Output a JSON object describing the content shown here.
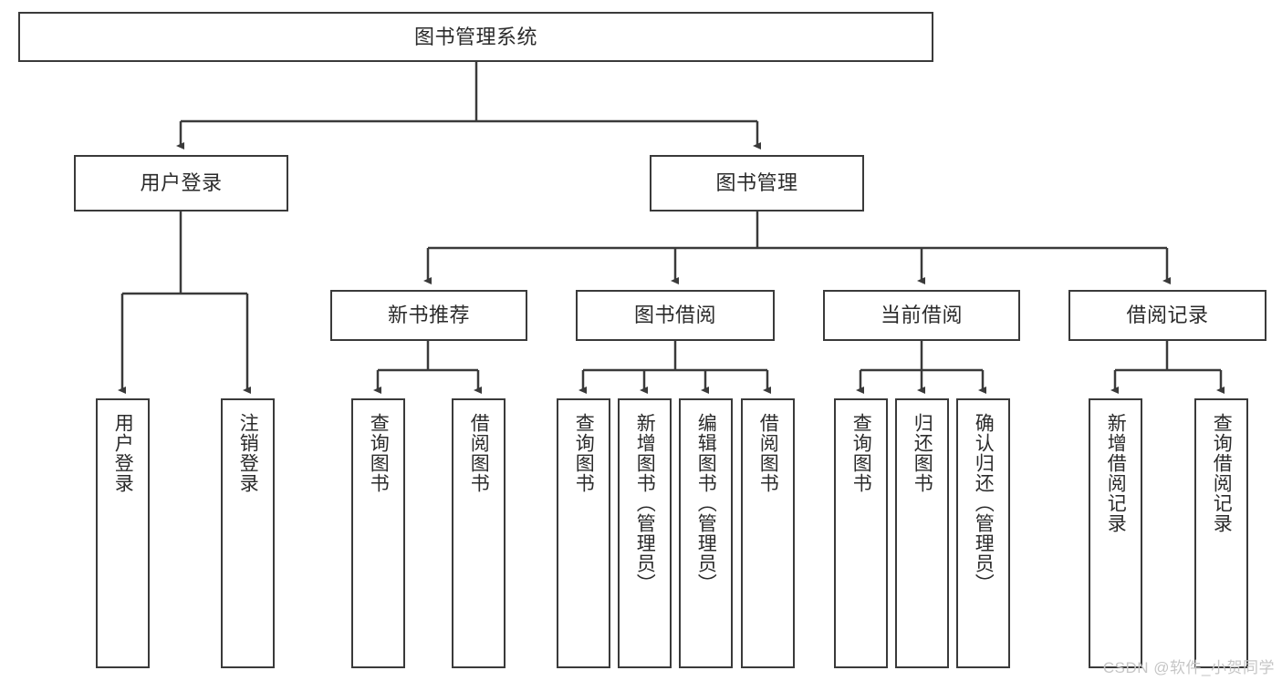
{
  "diagram": {
    "title": "图书管理系统",
    "type": "tree",
    "orientation": "top-down",
    "colors": {
      "box_border": "#3a3a3a",
      "box_fill": "#ffffff",
      "edge": "#3a3a3a",
      "text": "#2b2b2b",
      "background": "#ffffff",
      "watermark": "#c6c6c6"
    },
    "nodes": {
      "root": {
        "label": "图书管理系统"
      },
      "tier2": [
        {
          "id": "user-login",
          "label": "用户登录"
        },
        {
          "id": "book-management",
          "label": "图书管理"
        }
      ],
      "tier3": [
        {
          "id": "new-book-recommend",
          "label": "新书推荐"
        },
        {
          "id": "book-borrow",
          "label": "图书借阅"
        },
        {
          "id": "current-borrow",
          "label": "当前借阅"
        },
        {
          "id": "borrow-record",
          "label": "借阅记录"
        }
      ],
      "leaves": {
        "user-login": [
          {
            "id": "leaf-user-login",
            "label": "用户登录"
          },
          {
            "id": "leaf-user-logout",
            "label": "注销登录"
          }
        ],
        "new-book-recommend": [
          {
            "id": "leaf-query-book-1",
            "label": "查询图书"
          },
          {
            "id": "leaf-borrow-book-1",
            "label": "借阅图书"
          }
        ],
        "book-borrow": [
          {
            "id": "leaf-query-book-2",
            "label": "查询图书"
          },
          {
            "id": "leaf-add-book",
            "label": "新增图书（管理员）"
          },
          {
            "id": "leaf-edit-book",
            "label": "编辑图书（管理员）"
          },
          {
            "id": "leaf-borrow-book-2",
            "label": "借阅图书"
          }
        ],
        "current-borrow": [
          {
            "id": "leaf-query-book-3",
            "label": "查询图书"
          },
          {
            "id": "leaf-return-book",
            "label": "归还图书"
          },
          {
            "id": "leaf-confirm-return",
            "label": "确认归还（管理员）"
          }
        ],
        "borrow-record": [
          {
            "id": "leaf-add-record",
            "label": "新增借阅记录"
          },
          {
            "id": "leaf-query-record",
            "label": "查询借阅记录"
          }
        ]
      }
    },
    "watermark": "CSDN @软件_小贺同学"
  }
}
